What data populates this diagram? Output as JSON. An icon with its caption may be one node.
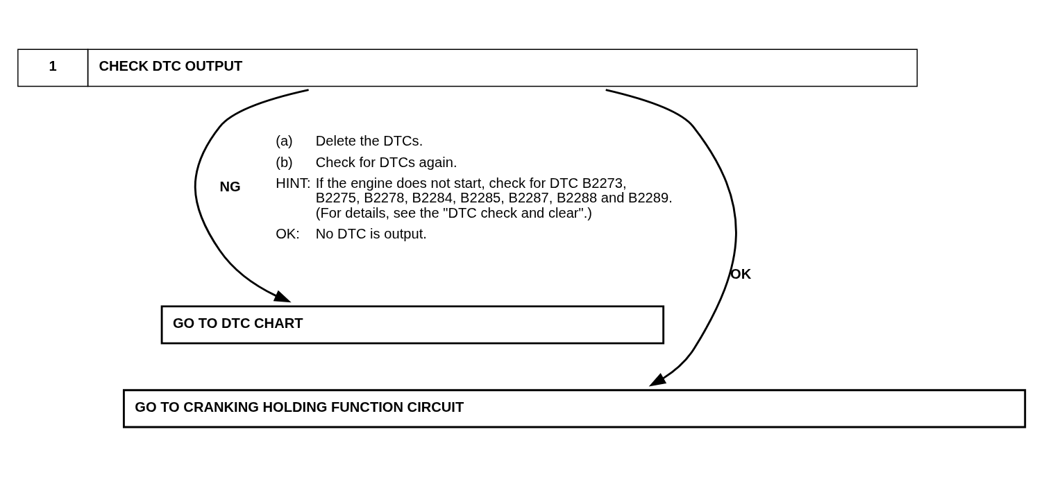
{
  "diagram": {
    "nodes": [
      {
        "text": [
          "1",
          "CHECK DTC OUTPUT"
        ]
      },
      {
        "text": [
          "GO TO DTC CHART"
        ]
      },
      {
        "text": [
          "GO TO CRANKING HOLDING FUNCTION CIRCUIT"
        ]
      }
    ],
    "edges": [
      {
        "from": 0,
        "to": 1,
        "arrow": "to",
        "label": "NG"
      },
      {
        "from": 0,
        "to": 2,
        "arrow": "to",
        "label": "OK"
      }
    ],
    "labels": [
      "(a)",
      "Delete the DTCs.",
      "(b)",
      "Check for DTCs again.",
      "HINT:",
      "If the engine does not start, check for DTC B2273, B2275, B2278, B2284, B2285, B2287, B2288 and B2289. (For details, see the \"DTC check and clear\".)",
      "OK:",
      "No DTC is output."
    ]
  }
}
